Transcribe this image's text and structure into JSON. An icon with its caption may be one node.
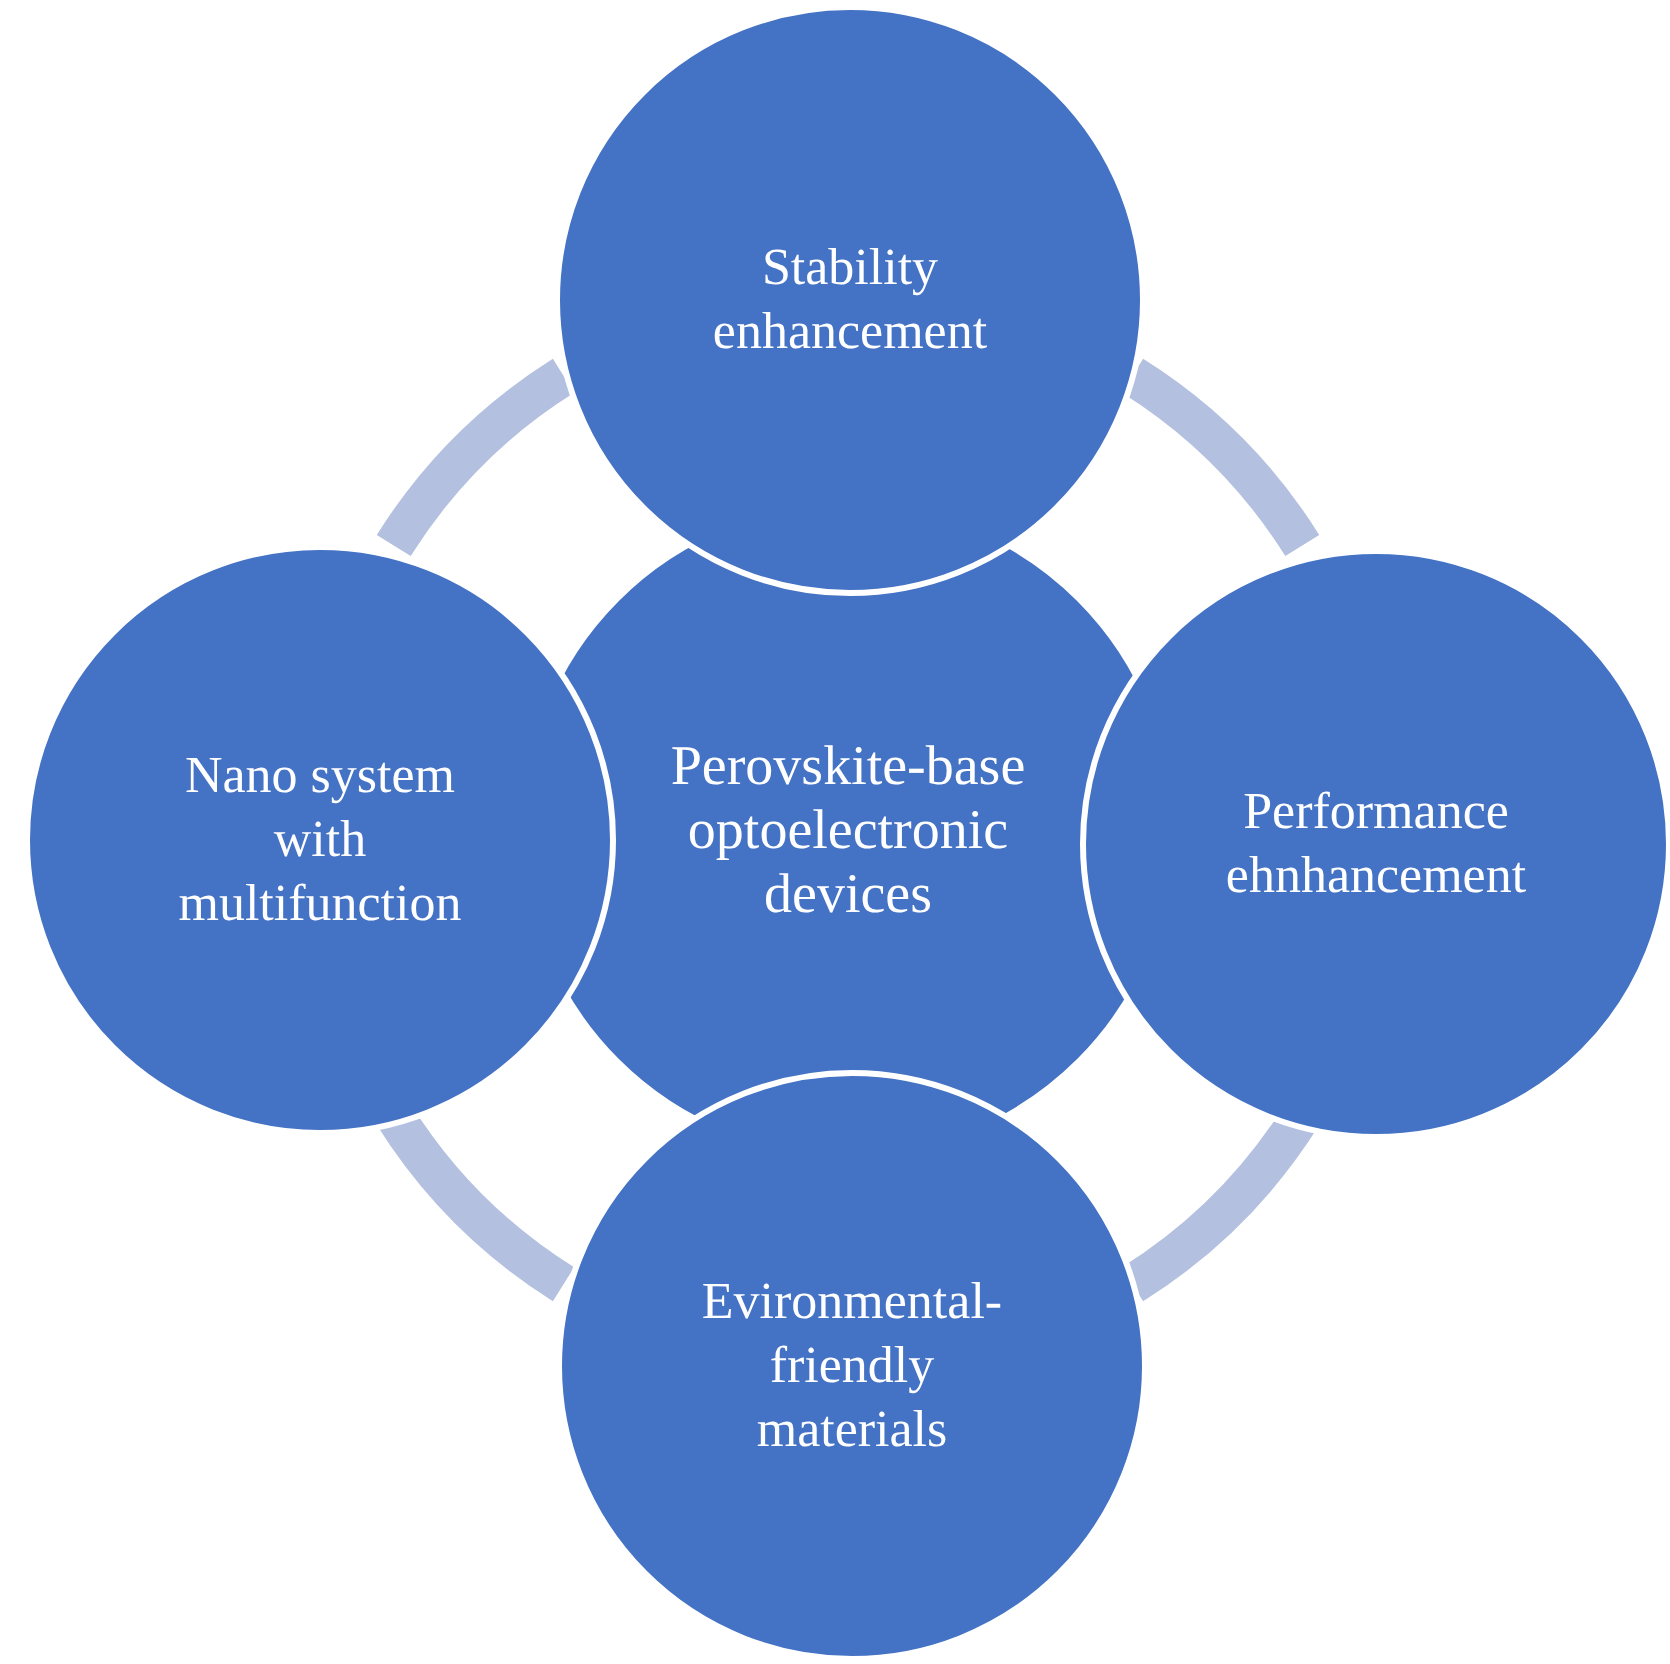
{
  "diagram": {
    "nodes": [
      {
        "text": [
          "Perovskite-base optoelectronic devices"
        ]
      },
      {
        "text": [
          "Stability enhancement"
        ]
      },
      {
        "text": [
          "Performance ehnhancement"
        ]
      },
      {
        "text": [
          "Evironmental-friendly materials"
        ]
      },
      {
        "text": [
          "Nano system with multifunction"
        ]
      }
    ],
    "edges": [
      {
        "from": 1,
        "to": 2,
        "arrow": "none"
      },
      {
        "from": 2,
        "to": 3,
        "arrow": "none"
      },
      {
        "from": 3,
        "to": 4,
        "arrow": "none"
      },
      {
        "from": 4,
        "to": 1,
        "arrow": "none"
      }
    ]
  }
}
